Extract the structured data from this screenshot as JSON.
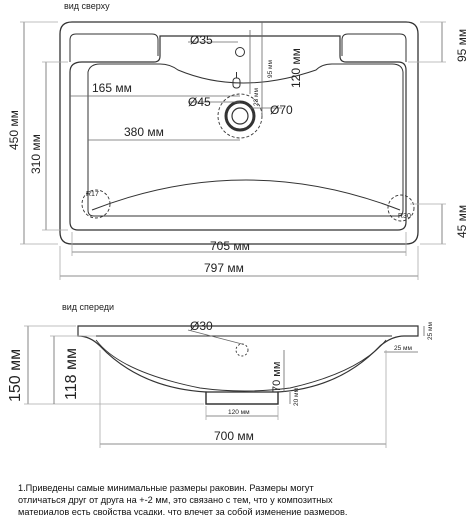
{
  "colors": {
    "stroke": "#333333",
    "dim_line": "#666666",
    "ext_line": "#aaaaaa",
    "text": "#222222"
  },
  "top_view": {
    "title": "вид сверху",
    "labels": {
      "hole_35": "Ø35",
      "dim_120": "120 мм",
      "dim_95_right": "95 мм",
      "dim_95_small": "95 мм",
      "dim_23": "23 мм",
      "dim_165": "165 мм",
      "hole_45": "Ø45",
      "drain_70": "Ø70",
      "dim_380": "380 мм",
      "dim_450": "450 мм",
      "dim_310": "310 мм",
      "radius_17": "R17",
      "radius_30": "R30",
      "dim_45": "45 мм",
      "dim_705": "705 мм",
      "dim_797": "797 мм"
    }
  },
  "front_view": {
    "title": "вид спереди",
    "labels": {
      "hole_30": "Ø30",
      "dim_25_vert": "25 мм",
      "dim_25_horiz": "25 мм",
      "dim_150": "150 мм",
      "dim_118": "118 мм",
      "dim_70": "70 мм",
      "dim_20": "20 мм",
      "dim_120": "120 мм",
      "dim_700": "700 мм"
    }
  },
  "note": {
    "lines": [
      "1.Приведены самые минимальные размеры раковин. Размеры могут",
      "отличаться друг от друга на +-2 мм, это связано с тем, что у композитных",
      "материалов есть свойства усадки, что влечет за собой изменение размеров."
    ]
  }
}
